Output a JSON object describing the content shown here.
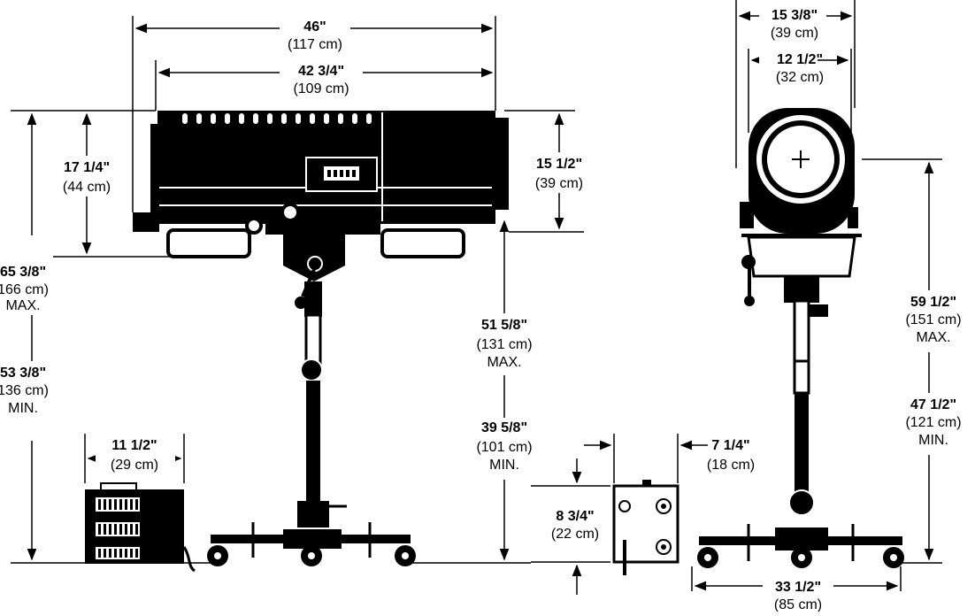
{
  "dimensions": {
    "overall_length": {
      "value": "46\"",
      "metric": "(117 cm)"
    },
    "body_length": {
      "value": "42 3/4\"",
      "metric": "(109 cm)"
    },
    "head_height": {
      "value": "17 1/4\"",
      "metric": "(44 cm)"
    },
    "body_height": {
      "value": "15 1/2\"",
      "metric": "(39 cm)"
    },
    "side_total_max": {
      "value": "65 3/8\"",
      "metric": "166 cm)",
      "note": "MAX."
    },
    "side_total_min": {
      "value": "53 3/8\"",
      "metric": "136 cm)",
      "note": "MIN."
    },
    "stand_height_max": {
      "value": "51 5/8\"",
      "metric": "(131 cm)",
      "note": "MAX."
    },
    "stand_height_min": {
      "value": "39 5/8\"",
      "metric": "(101 cm)",
      "note": "MIN."
    },
    "ballast_width": {
      "value": "11 1/2\"",
      "metric": "(29 cm)"
    },
    "front_width_outer": {
      "value": "15 3/8\"",
      "metric": "(39 cm)"
    },
    "front_width_inner": {
      "value": "12 1/2\"",
      "metric": "(32 cm)"
    },
    "front_height_max": {
      "value": "59 1/2\"",
      "metric": "(151 cm)",
      "note": "MAX."
    },
    "front_height_min": {
      "value": "47 1/2\"",
      "metric": "(121 cm)",
      "note": "MIN."
    },
    "box_depth": {
      "value": "7 1/4\"",
      "metric": "(18 cm)"
    },
    "box_height": {
      "value": "8 3/4\"",
      "metric": "(22 cm)"
    },
    "base_width": {
      "value": "33 1/2\"",
      "metric": "(85 cm)"
    }
  }
}
